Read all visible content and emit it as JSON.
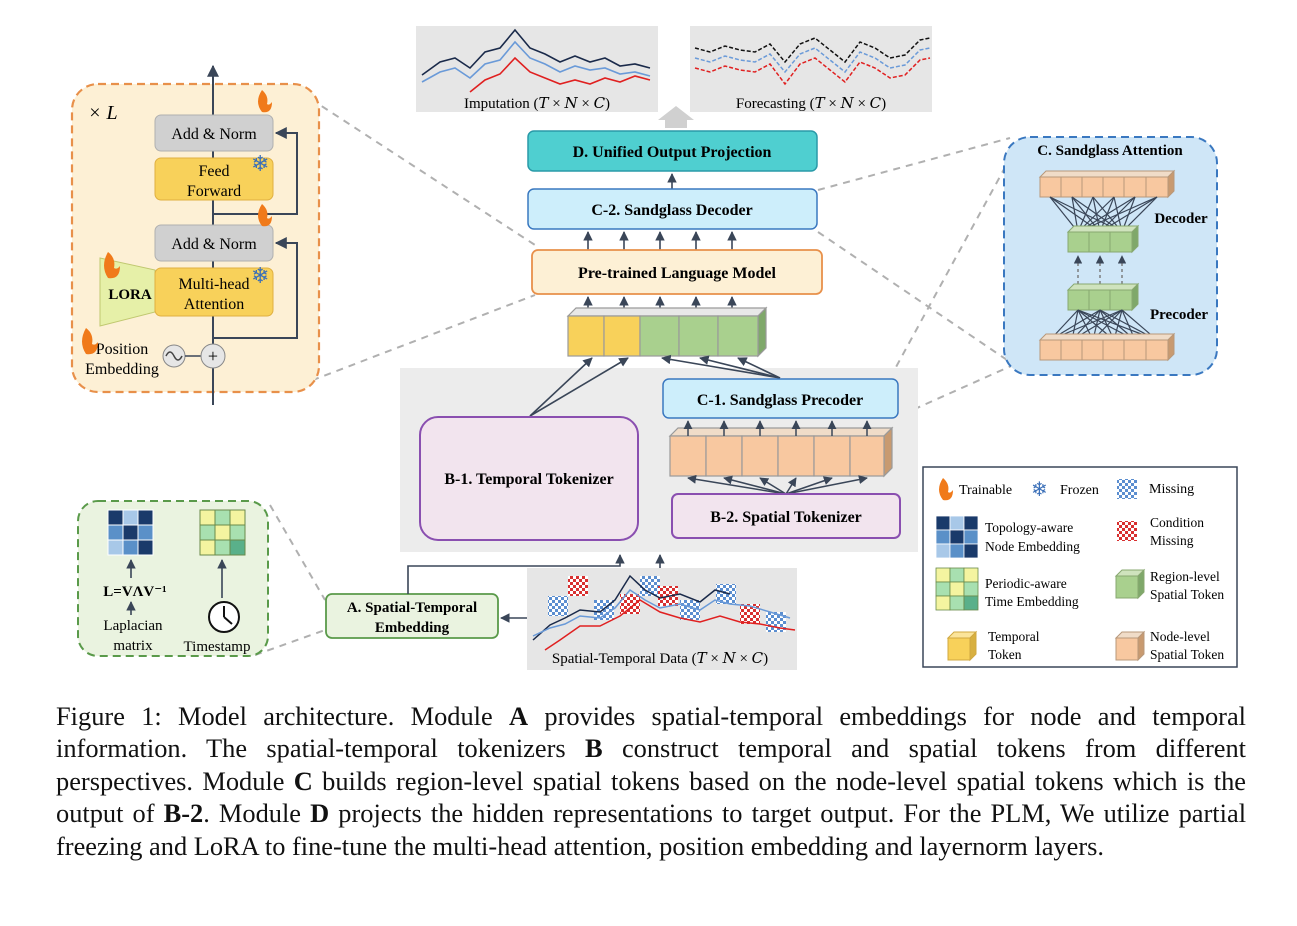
{
  "transformer_block": {
    "repeat": "× L",
    "add_norm_top": "Add & Norm",
    "feed_forward_1": "Feed",
    "feed_forward_2": "Forward",
    "add_norm_bottom": "Add & Norm",
    "lora": "LORA",
    "mha_1": "Multi-head",
    "mha_2": "Attention",
    "position_1": "Position",
    "position_2": "Embedding"
  },
  "outputs": {
    "imputation": "Imputation (𝑇 × 𝑁 × 𝐶)",
    "forecasting": "Forecasting (𝑇 × 𝑁 × 𝐶)"
  },
  "modules": {
    "d": "D. Unified Output Projection",
    "c2": "C-2. Sandglass Decoder",
    "plm": "Pre-trained Language Model",
    "c1": "C-1. Sandglass Precoder",
    "b1": "B-1. Temporal Tokenizer",
    "b2": "B-2. Spatial Tokenizer",
    "a_1": "A. Spatial-Temporal",
    "a_2": "Embedding",
    "st_data": "Spatial-Temporal Data (𝑇 × 𝑁 × 𝐶)"
  },
  "sandglass": {
    "title": "C. Sandglass Attention",
    "decoder": "Decoder",
    "precoder": "Precoder"
  },
  "embedding_panel": {
    "formula": "L=VΛV⁻¹",
    "laplacian_1": "Laplacian",
    "laplacian_2": "matrix",
    "timestamp": "Timestamp"
  },
  "legend": {
    "trainable": "Trainable",
    "frozen": "Frozen",
    "missing": "Missing",
    "topology_1": "Topology-aware",
    "topology_2": "Node Embedding",
    "condition_1": "Condition",
    "condition_2": "Missing",
    "periodic_1": "Periodic-aware",
    "periodic_2": "Time Embedding",
    "region_1": "Region-level",
    "region_2": "Spatial Token",
    "temporal_1": "Temporal",
    "temporal_2": "Token",
    "node_1": "Node-level",
    "node_2": "Spatial Token"
  },
  "caption": {
    "p1": "Figure 1: Model architecture. Module ",
    "b1": "A",
    "p2": " provides spatial-temporal embeddings for node and temporal information. The spatial-temporal tokenizers ",
    "b2": "B",
    "p3": " construct temporal and spatial tokens from different perspectives. Module ",
    "b3": "C",
    "p4": " builds region-level spatial tokens based on the node-level spatial tokens which is the output of ",
    "b4": "B-2",
    "p5": ". Module ",
    "b5": "D",
    "p6": " projects the hidden representations to target output. For the PLM, We utilize partial freezing and LoRA to fine-tune the multi-head attention, position embedding and layernorm layers."
  },
  "colors": {
    "temporal_token": "#f8d15a",
    "region_token": "#a9d08e",
    "node_token": "#f8c8a0",
    "output_projection": "#4fcfd0",
    "decoder_fill": "#cdeefb",
    "plm_border": "#e8904a",
    "tokenizer_border": "#8a4fb0",
    "embedding_border": "#5a9a4a",
    "sandglass_bg": "#cfe6f7",
    "block_bg": "#fdf0d5",
    "series_black": "#111111",
    "series_blue": "#6a9ad8",
    "series_red": "#e02020"
  }
}
